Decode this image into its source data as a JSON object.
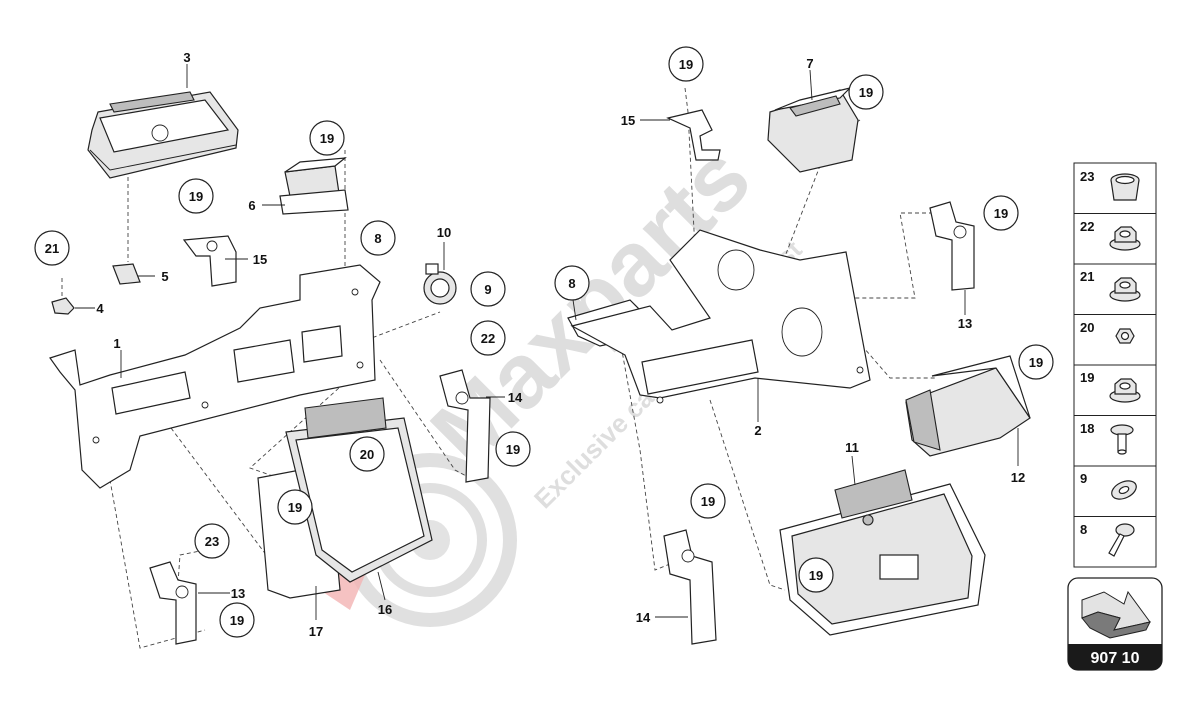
{
  "watermark": {
    "brand": "Maxparts",
    "tagline": "Exclusive car parts Specialist"
  },
  "callouts": [
    {
      "id": "c3",
      "text": "3"
    },
    {
      "id": "c1",
      "text": "1"
    },
    {
      "id": "c4",
      "text": "4"
    },
    {
      "id": "c5",
      "text": "5"
    },
    {
      "id": "c6",
      "text": "6"
    },
    {
      "id": "c15a",
      "text": "15"
    },
    {
      "id": "c10",
      "text": "10"
    },
    {
      "id": "c13a",
      "text": "13"
    },
    {
      "id": "c14a",
      "text": "14"
    },
    {
      "id": "c16",
      "text": "16"
    },
    {
      "id": "c17",
      "text": "17"
    },
    {
      "id": "c15b",
      "text": "15"
    },
    {
      "id": "c7",
      "text": "7"
    },
    {
      "id": "c2",
      "text": "2"
    },
    {
      "id": "c11",
      "text": "11"
    },
    {
      "id": "c12",
      "text": "12"
    },
    {
      "id": "c13b",
      "text": "13"
    },
    {
      "id": "c14b",
      "text": "14"
    }
  ],
  "circled": [
    {
      "id": "r21",
      "text": "21"
    },
    {
      "id": "r19a",
      "text": "19"
    },
    {
      "id": "r19b",
      "text": "19"
    },
    {
      "id": "r8a",
      "text": "8"
    },
    {
      "id": "r9",
      "text": "9"
    },
    {
      "id": "r22",
      "text": "22"
    },
    {
      "id": "r20",
      "text": "20"
    },
    {
      "id": "r19c",
      "text": "19"
    },
    {
      "id": "r19d",
      "text": "19"
    },
    {
      "id": "r23",
      "text": "23"
    },
    {
      "id": "r19e",
      "text": "19"
    },
    {
      "id": "r19f",
      "text": "19"
    },
    {
      "id": "r19g",
      "text": "19"
    },
    {
      "id": "r8b",
      "text": "8"
    },
    {
      "id": "r19h",
      "text": "19"
    },
    {
      "id": "r19i",
      "text": "19"
    },
    {
      "id": "r19j",
      "text": "19"
    },
    {
      "id": "r19k",
      "text": "19"
    }
  ],
  "legend": [
    {
      "num": "23",
      "part": "plug-icon"
    },
    {
      "num": "22",
      "part": "flange-nut-icon"
    },
    {
      "num": "21",
      "part": "flange-nut-icon"
    },
    {
      "num": "20",
      "part": "hex-nut-icon"
    },
    {
      "num": "19",
      "part": "flange-nut-icon"
    },
    {
      "num": "18",
      "part": "screw-icon"
    },
    {
      "num": "9",
      "part": "washer-icon"
    },
    {
      "num": "8",
      "part": "screw-icon"
    }
  ],
  "reference": {
    "code": "907 10"
  }
}
